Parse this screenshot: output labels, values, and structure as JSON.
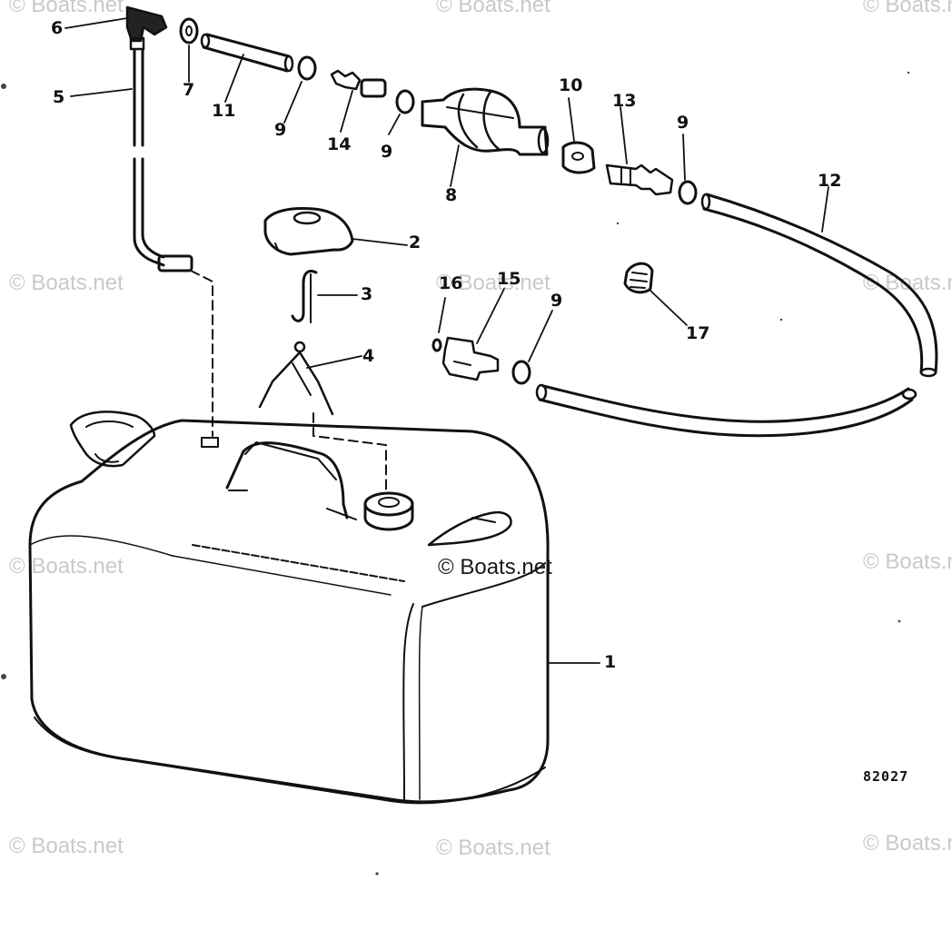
{
  "diagram": {
    "callouts": [
      {
        "id": "c1",
        "text": "1"
      },
      {
        "id": "c2",
        "text": "2"
      },
      {
        "id": "c3",
        "text": "3"
      },
      {
        "id": "c4",
        "text": "4"
      },
      {
        "id": "c5",
        "text": "5"
      },
      {
        "id": "c6",
        "text": "6"
      },
      {
        "id": "c7",
        "text": "7"
      },
      {
        "id": "c8",
        "text": "8"
      },
      {
        "id": "c9a",
        "text": "9"
      },
      {
        "id": "c9b",
        "text": "9"
      },
      {
        "id": "c9c",
        "text": "9"
      },
      {
        "id": "c9d",
        "text": "9"
      },
      {
        "id": "c10",
        "text": "10"
      },
      {
        "id": "c11",
        "text": "11"
      },
      {
        "id": "c12",
        "text": "12"
      },
      {
        "id": "c13",
        "text": "13"
      },
      {
        "id": "c14",
        "text": "14"
      },
      {
        "id": "c15",
        "text": "15"
      },
      {
        "id": "c16",
        "text": "16"
      },
      {
        "id": "c17",
        "text": "17"
      }
    ],
    "drawing_number": "82027",
    "watermark": "© Boats.net",
    "line_color": "#111111",
    "paper_color": "#fffffe",
    "watermark_color": "#b8b8b8"
  }
}
